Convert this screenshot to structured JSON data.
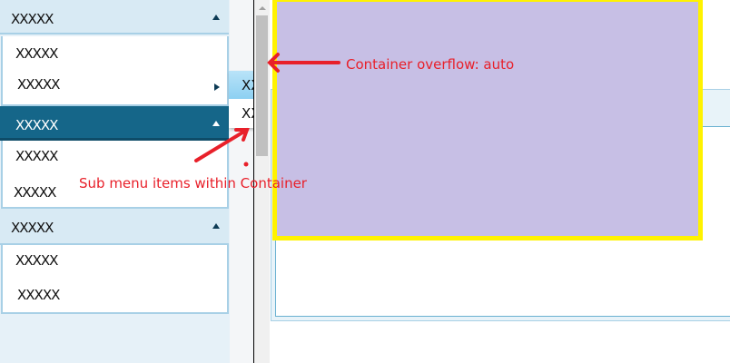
{
  "menu": {
    "groups": [
      {
        "header": "XXXXX",
        "items": [
          "XXXXX",
          "XXXXX"
        ]
      },
      {
        "header": "XXXXX",
        "items": [
          "XXXXX",
          "XXXXX"
        ]
      },
      {
        "header": "XXXXX",
        "items": [
          "XXXXX",
          "XXXXX"
        ]
      }
    ]
  },
  "submenu": {
    "items": [
      "XXXXX",
      "XXXXX"
    ]
  },
  "annotations": {
    "overflow": "Container overflow: auto",
    "submenu": "Sub menu items within Container"
  },
  "colors": {
    "selected": "#156689",
    "header": "#d8eaf4",
    "annotation": "#e8202a",
    "container_border": "#fff200",
    "container_fill": "#c7bfe5"
  }
}
